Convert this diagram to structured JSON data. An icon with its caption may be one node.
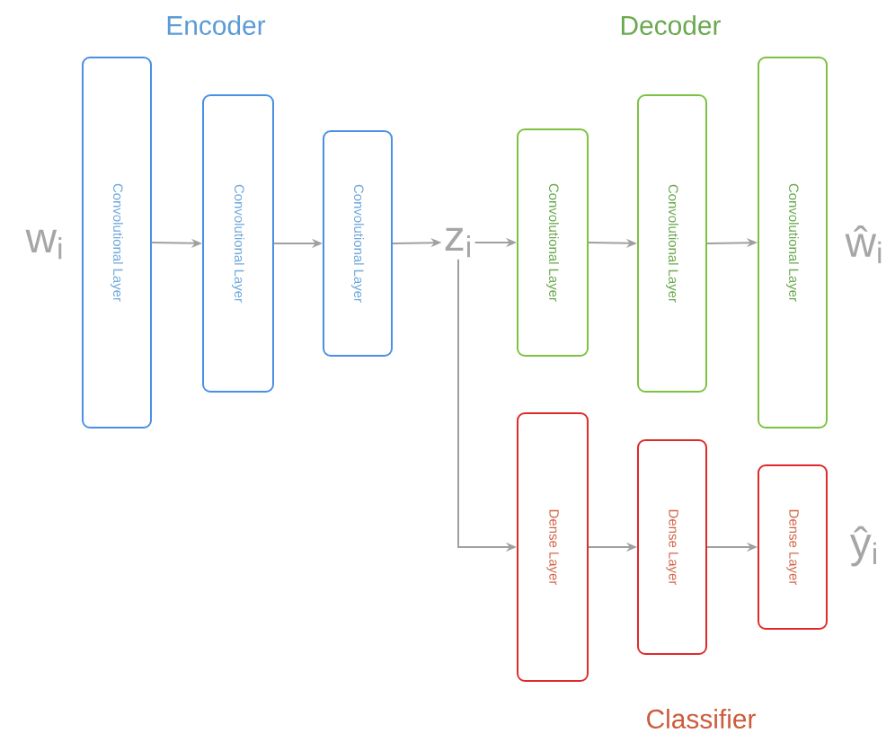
{
  "diagram": {
    "nodes": [
      {
        "text": [
          "Convolutional Layer"
        ]
      },
      {
        "text": [
          "Convolutional Layer"
        ]
      },
      {
        "text": [
          "Convolutional Layer"
        ]
      },
      {
        "text": [
          "z$_{i}$"
        ]
      },
      {
        "text": [
          "Convolutional Layer"
        ]
      },
      {
        "text": [
          "Convolutional Layer"
        ]
      },
      {
        "text": [
          "Convolutional Layer"
        ]
      },
      {
        "text": [
          "Dense Layer"
        ]
      },
      {
        "text": [
          "Dense Layer"
        ]
      },
      {
        "text": [
          "Dense Layer"
        ]
      }
    ],
    "edges": [
      {
        "from": 0,
        "to": 1,
        "arrow": "to"
      },
      {
        "from": 1,
        "to": 2,
        "arrow": "to"
      },
      {
        "from": 2,
        "to": 3,
        "arrow": "to"
      },
      {
        "from": 3,
        "to": 4,
        "arrow": "to"
      },
      {
        "from": 4,
        "to": 5,
        "arrow": "to"
      },
      {
        "from": 5,
        "to": 6,
        "arrow": "to"
      },
      {
        "from": 3,
        "to": 7,
        "arrow": "to"
      },
      {
        "from": 7,
        "to": 8,
        "arrow": "to"
      },
      {
        "from": 8,
        "to": 9,
        "arrow": "to"
      }
    ],
    "labels": [
      "Encoder",
      "Decoder",
      "w$_{i}$",
      "ŵ$_{i}$",
      "ŷ$_{i}$",
      "Classifier"
    ]
  }
}
